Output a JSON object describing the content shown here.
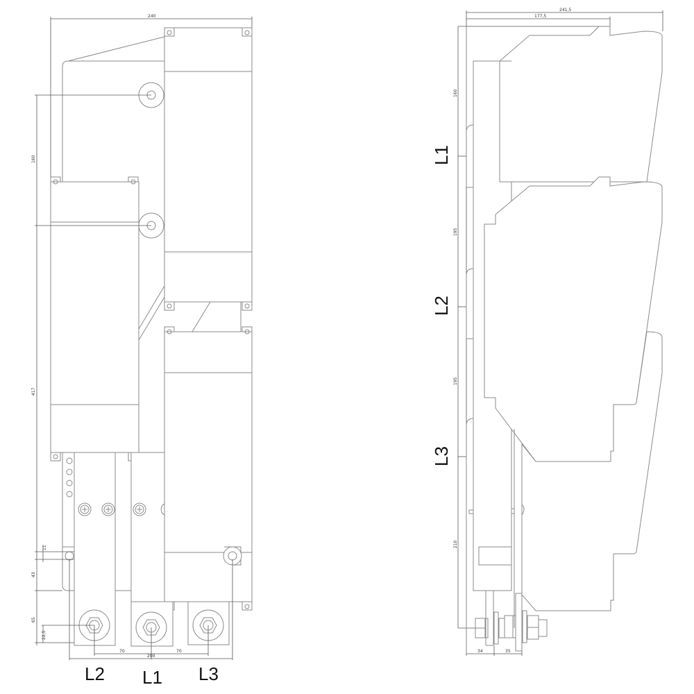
{
  "front_view": {
    "dimensions": {
      "overall_width": "240",
      "height_upper": "160",
      "height_lower": "417",
      "hole_offset": "11",
      "height_43": "43",
      "height_65": "65",
      "height_22_5": "22,5",
      "pitch_left": "70",
      "pitch_right": "70",
      "bottom_width": "200"
    },
    "phase_labels": [
      "L2",
      "L1",
      "L3"
    ]
  },
  "side_view": {
    "dimensions": {
      "overall_depth": "241,5",
      "partial_depth": "177,5",
      "height_top": "160",
      "pitch_1": "195",
      "pitch_2": "195",
      "height_bottom": "210",
      "bolt_34": "34",
      "bolt_35": "35"
    },
    "phase_labels": [
      "L1",
      "L2",
      "L3"
    ]
  }
}
